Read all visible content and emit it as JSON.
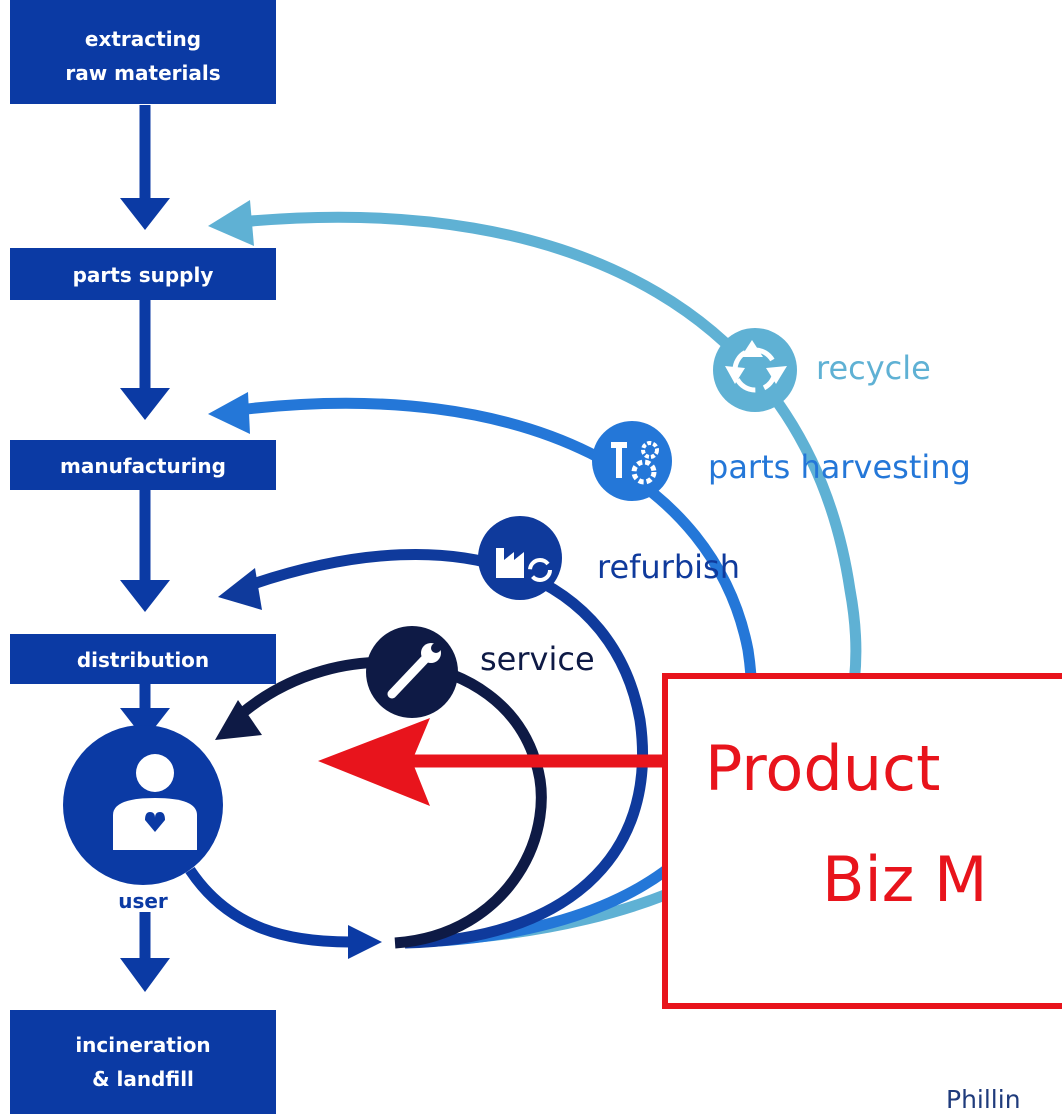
{
  "colors": {
    "stage_box": "#0b3aa4",
    "recycle": "#5fb1d4",
    "parts_harvesting": "#2477d8",
    "refurbish": "#0f3a9c",
    "service": "#0e1a45",
    "user": "#0b3aa4",
    "callout": "#e8141c",
    "credit": "#1f3b7c"
  },
  "stages": {
    "extracting": {
      "line1": "extracting",
      "line2": "raw materials"
    },
    "parts_supply": "parts supply",
    "manufacturing": "manufacturing",
    "distribution": "distribution",
    "user": "user",
    "incineration": {
      "line1": "incineration",
      "line2": "& landfill"
    }
  },
  "loops": {
    "recycle": {
      "label": "recycle",
      "icon": "recycle-icon"
    },
    "parts_harvesting": {
      "label": "parts harvesting",
      "icon": "tools-gear-icon"
    },
    "refurbish": {
      "label": "refurbish",
      "icon": "factory-refresh-icon"
    },
    "service": {
      "label": "service",
      "icon": "wrench-icon"
    }
  },
  "callout": {
    "line1": "Product",
    "line2": "Biz M"
  },
  "credit": "Phillin"
}
